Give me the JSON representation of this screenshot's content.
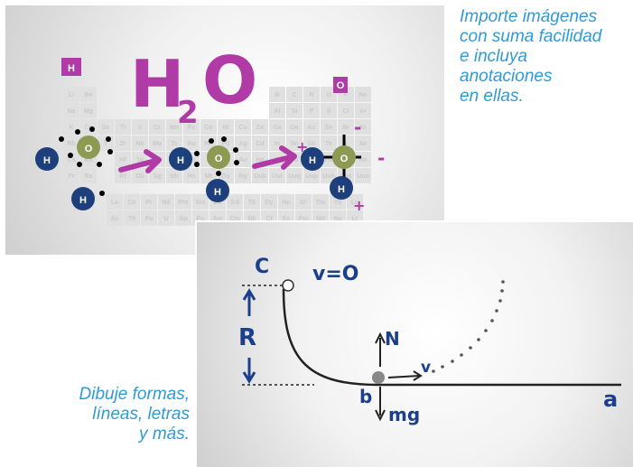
{
  "captions": {
    "top": "Importe imágenes\ncon suma facilidad\ne incluya\nanotaciones\nen ellas.",
    "bottom": "Dibuje formas,\nlíneas, letras\ny más."
  },
  "chemistry_panel": {
    "formula_main": "H",
    "formula_sub": "2",
    "formula_o": "O",
    "badge_h": "H",
    "badge_o": "O",
    "periodic_row_1": [
      "Li",
      "Be"
    ],
    "periodic_row_2": [
      "Na",
      "Mg"
    ],
    "periodic_row_3": [
      "K",
      "Ca",
      "Sc",
      "Ti",
      "V",
      "Cr",
      "Mn",
      "Fe",
      "Co",
      "Ni",
      "Cu",
      "Zn",
      "Ga",
      "Ge",
      "As",
      "Se",
      "Br",
      "Kr"
    ],
    "periodic_row_4": [
      "Rb",
      "Sr",
      "Y",
      "Zr",
      "Nb",
      "Mo",
      "Tc",
      "Ru",
      "Rh",
      "Pd",
      "Ag",
      "Cd",
      "In",
      "Sn",
      "Sb",
      "Te",
      "I",
      "Xe"
    ],
    "periodic_row_5": [
      "Cs",
      "Ba",
      "Hf",
      "Ta",
      "W",
      "Re",
      "Os",
      "Ir",
      "Pt",
      "Au",
      "Hg",
      "Tl",
      "Pb",
      "Bi",
      "Po",
      "At",
      "Rn"
    ],
    "periodic_row_6": [
      "Fr",
      "Ra",
      "Rf",
      "Db",
      "Sg",
      "Bh",
      "Hs",
      "Mt",
      "Ds",
      "Rg",
      "Uub",
      "Uut",
      "Uuq",
      "Uup",
      "Uuh",
      "Uus",
      "Uuo"
    ],
    "periodic_right_row_1": [
      "B",
      "C",
      "N",
      "O",
      "F",
      "Ne"
    ],
    "periodic_right_row_2": [
      "Al",
      "Si",
      "P",
      "S",
      "Cl",
      "Ar"
    ],
    "lanthanides": [
      "La",
      "Ce",
      "Pr",
      "Nd",
      "Pm",
      "Sm",
      "Eu",
      "Gd",
      "Tb",
      "Dy",
      "Ho",
      "Er",
      "Tm",
      "Yb",
      "Lu"
    ],
    "actinides": [
      "Ac",
      "Th",
      "Pa",
      "U",
      "Np",
      "Pu",
      "Am",
      "Cm",
      "Bk",
      "Cf",
      "Es",
      "Fm",
      "Md",
      "No",
      "Lr"
    ],
    "atom_h": "H",
    "atom_o": "O",
    "minus": "-",
    "plus": "+",
    "colors": {
      "magenta": "#b03aa6",
      "navy": "#1d3f7c",
      "olive": "#8c9a54",
      "cell": "#e0e0e0"
    }
  },
  "physics_panel": {
    "label_c": "C",
    "label_v0": "v=O",
    "label_r": "R",
    "label_n": "N",
    "label_v": "v",
    "label_b": "b",
    "label_mg": "mg",
    "label_a": "a",
    "colors": {
      "ink": "#1b3f8a",
      "curve": "#222222"
    }
  }
}
